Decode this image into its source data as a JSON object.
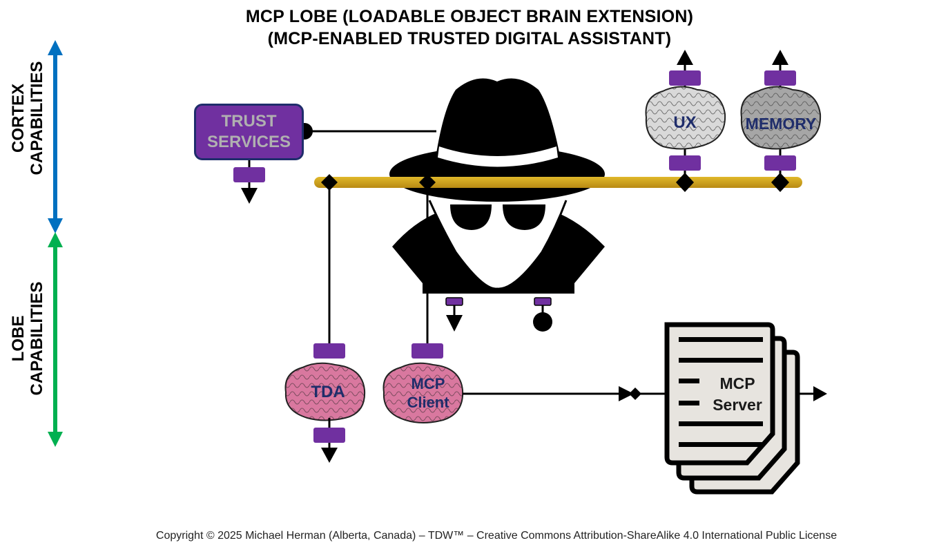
{
  "title": {
    "line1": "MCP LOBE (LOADABLE OBJECT BRAIN EXTENSION)",
    "line2": "(MCP-ENABLED TRUSTED DIGITAL ASSISTANT)"
  },
  "side_axis": {
    "cortex": {
      "line1": "CORTEX",
      "line2": "CAPABILITIES",
      "color": "#0070c0"
    },
    "lobe": {
      "line1": "LOBE",
      "line2": "CAPABILITIES",
      "color": "#00b050"
    }
  },
  "nodes": {
    "trust_services": {
      "line1": "TRUST",
      "line2": "SERVICES",
      "fill": "#7030a0",
      "text_color": "#b0b0b0"
    },
    "ux": {
      "label": "UX",
      "brain_color": "#d9d9d9"
    },
    "memory": {
      "label": "MEMORY",
      "brain_color": "#a6a6a6"
    },
    "tda": {
      "label": "TDA",
      "brain_color": "#d9789f"
    },
    "mcp_client": {
      "line1": "MCP",
      "line2": "Client",
      "brain_color": "#d9789f"
    },
    "mcp_server": {
      "line1": "MCP",
      "line2": "Server",
      "page_color": "#e7e4df"
    },
    "agent": {
      "name": "spy-agent-figure"
    }
  },
  "colors": {
    "bus": "#d4a520",
    "connector": "#7030a0",
    "brain_label": "#1f2d6b",
    "line": "#000000"
  },
  "footer": {
    "copyright": "Copyright © 2025 Michael Herman (Alberta, Canada) – TDW™ – Creative Commons Attribution-ShareAlike  4.0 International Public License"
  }
}
